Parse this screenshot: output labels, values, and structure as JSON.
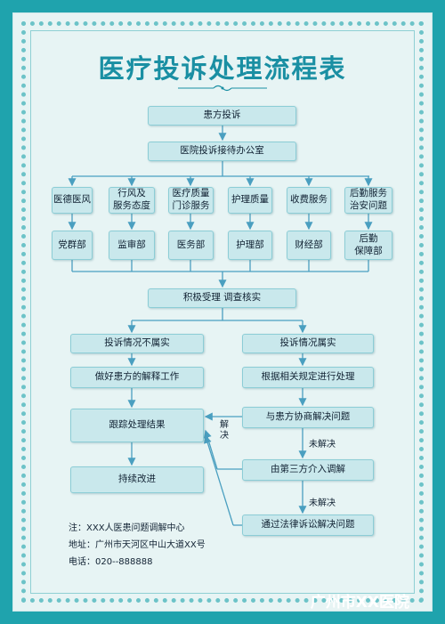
{
  "title": "医疗投诉处理流程表",
  "nodes": {
    "patient_complaint": "患方投诉",
    "reception_office": "医院投诉接待办公室",
    "cat_ethics": "医德医风",
    "cat_conduct": "行风及\n服务态度",
    "cat_quality": "医疗质量\n门诊服务",
    "cat_nursing": "护理质量",
    "cat_fees": "收费服务",
    "cat_logistics": "后勤服务\n治安问题",
    "dept_party": "党群部",
    "dept_audit": "监审部",
    "dept_medical": "医务部",
    "dept_nursing": "护理部",
    "dept_finance": "财经部",
    "dept_logistics": "后勤\n保障部",
    "investigate": "积极受理  调查核实",
    "not_true": "投诉情况不属实",
    "is_true": "投诉情况属实",
    "explain": "做好患方的解释工作",
    "handle_by_rules": "根据相关规定进行处理",
    "track": "跟踪处理结果",
    "negotiate": "与患方协商解决问题",
    "improve": "持续改进",
    "third_party": "由第三方介入调解",
    "litigation": "通过法律诉讼解决问题"
  },
  "edge_labels": {
    "resolved": "解\n决",
    "unresolved_1": "未解决",
    "unresolved_2": "未解决"
  },
  "footer": {
    "note": "注：XXX人医患问题调解中心",
    "address": "地址：广州市天河区中山大道XX号",
    "phone": "电话：020--888888"
  },
  "hospital": "广州市XX医院",
  "colors": {
    "background": "#1fa3ad",
    "panel": "#e7f4f4",
    "box": "#c9e8ec",
    "title": "#1a8fa3",
    "line": "#4a9fc0"
  }
}
